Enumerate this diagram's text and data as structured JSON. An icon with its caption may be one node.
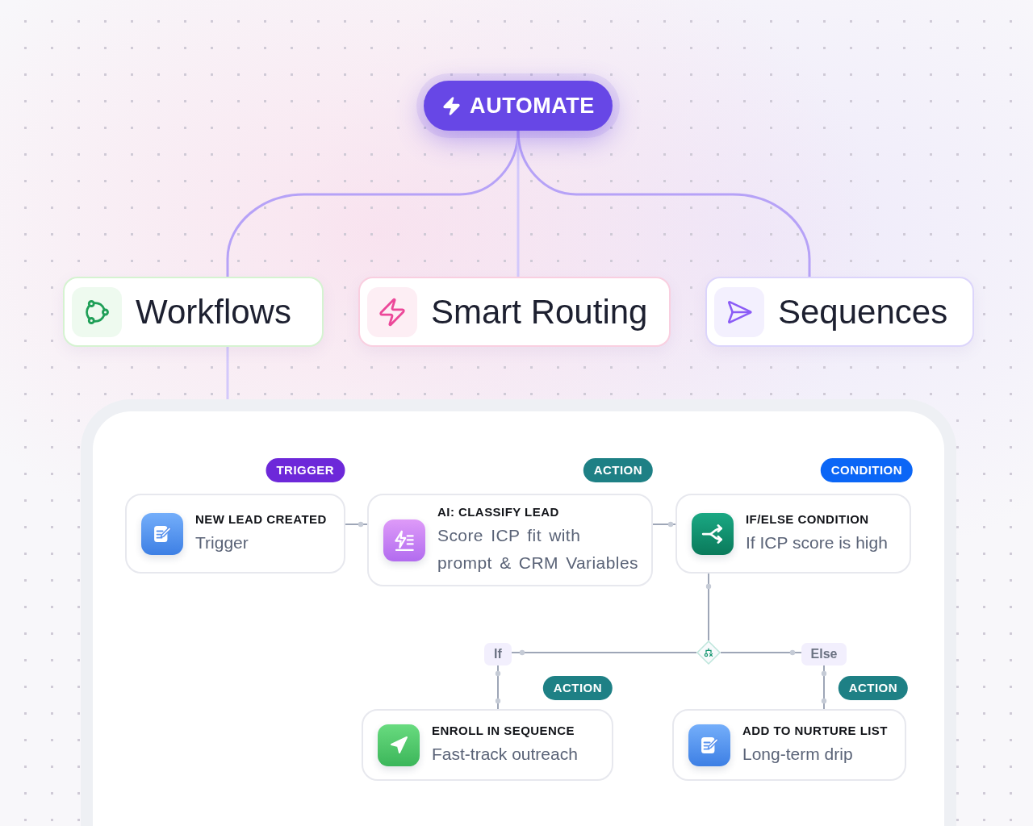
{
  "diagram": {
    "nodes": [
      {
        "text": [
          "AUTOMATE"
        ]
      },
      {
        "text": [
          "Workflows"
        ]
      },
      {
        "text": [
          "Smart Routing"
        ]
      },
      {
        "text": [
          "Sequences"
        ]
      },
      {
        "text": [],
        "shape": "box"
      },
      {
        "text": [
          "NEW LEAD CREATED",
          "Trigger"
        ],
        "in": 4,
        "beside": [
          "TRIGGER"
        ]
      },
      {
        "text": [
          "AI: CLASSIFY LEAD",
          "Score ICP fit with prompt & CRM Variables"
        ],
        "in": 4,
        "beside": [
          "ACTION"
        ]
      },
      {
        "text": [
          "IF/ELSE CONDITION",
          "If ICP score is high"
        ],
        "in": 4,
        "beside": [
          "CONDITION"
        ]
      },
      {
        "text": [],
        "shape": "diamond",
        "in": 4
      },
      {
        "text": [
          "If"
        ],
        "in": 4
      },
      {
        "text": [
          "Else"
        ],
        "in": 4
      },
      {
        "text": [
          "ENROLL IN SEQUENCE",
          "Fast-track outreach"
        ],
        "in": 4,
        "beside": [
          "ACTION"
        ]
      },
      {
        "text": [
          "ADD TO NURTURE LIST",
          "Long-term drip"
        ],
        "in": 4,
        "beside": [
          "ACTION"
        ]
      }
    ],
    "edges": [
      {
        "from": 0,
        "to": 1,
        "arrow": "none",
        "color": "#b6a2f7"
      },
      {
        "from": 0,
        "to": 2,
        "arrow": "none",
        "color": "#d3c8fb"
      },
      {
        "from": 0,
        "to": 3,
        "arrow": "none",
        "color": "#b6a2f7"
      },
      {
        "from": 1,
        "to": 4,
        "arrow": "none",
        "color": "#d3c8fb"
      },
      {
        "from": 5,
        "to": 6,
        "arrow": "other"
      },
      {
        "from": 6,
        "to": 7,
        "arrow": "other"
      },
      {
        "from": 7,
        "to": 8,
        "arrow": "other"
      },
      {
        "from": 8,
        "to": 9,
        "arrow": "other"
      },
      {
        "from": 8,
        "to": 10,
        "arrow": "other"
      },
      {
        "from": 9,
        "to": 11,
        "arrow": "other"
      },
      {
        "from": 10,
        "to": 12,
        "arrow": "other"
      }
    ]
  }
}
